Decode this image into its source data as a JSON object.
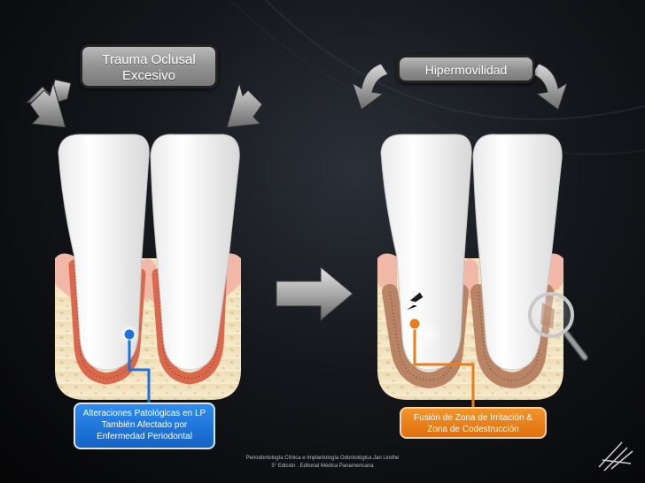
{
  "labels": {
    "trauma": "Trauma Oclusal\nExcesivo",
    "hipermovilidad": "Hipermovilidad",
    "alteraciones": "Alteraciones Patológicas  en LP\nTambién Afectado por\nEnfermedad Periodontal",
    "fusion": "Fusión de Zona de Irritación &\nZona de Codestrucción"
  },
  "citation": "Periodontología Clínica e Implantología Odontológica.Jan Lindhe\n5° Edición . Editorial Médica Panamericana",
  "colors": {
    "gray_label": "#8e8e8e",
    "blue_label": "#1e73d8",
    "orange_label": "#ea7d1b",
    "bone": "#eedcb2",
    "gum": "#f1b8a8",
    "ligament_red": "#d9684d",
    "ligament_brown": "#b88465"
  }
}
